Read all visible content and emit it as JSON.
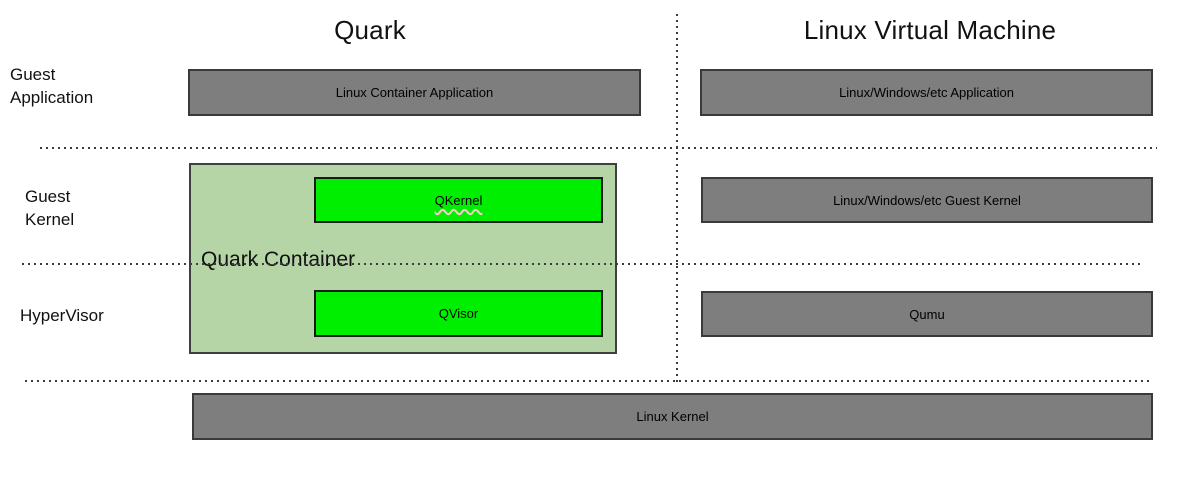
{
  "diagram": {
    "column_titles": {
      "left": "Quark",
      "right": "Linux Virtual Machine"
    },
    "row_labels": {
      "guest_application": [
        "Guest",
        "Application"
      ],
      "guest_kernel": [
        "Guest",
        "Kernel"
      ],
      "hypervisor": [
        "HyperVisor"
      ]
    },
    "boxes": {
      "linux_container_application": "Linux Container Application",
      "linux_windows_etc_application": "Linux/Windows/etc Application",
      "quark_container": "Quark Container",
      "qkernel": "QKernel",
      "qvisor": "QVisor",
      "linux_windows_etc_guest_kernel": "Linux/Windows/etc Guest Kernel",
      "qumu": "Qumu",
      "linux_kernel": "Linux Kernel"
    },
    "colors": {
      "gray_fill": "#7e7e7e",
      "box_border": "#3a3a3a",
      "container_fill": "#b5d5a6",
      "container_border": "#3f3f3f",
      "bright_green": "#00ee00",
      "green_border": "#1a1a1a",
      "squiggle": "#ffc9c9",
      "dots": "#3b3b3b"
    }
  }
}
